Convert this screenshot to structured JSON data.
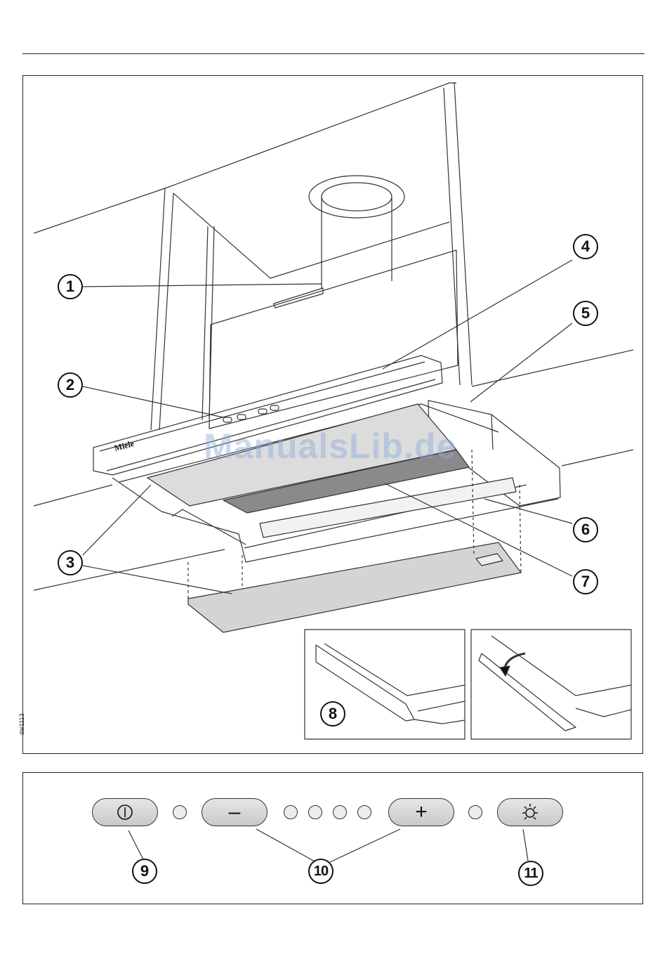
{
  "figure": {
    "code": "dai1113",
    "watermark": "ManualsLib.de",
    "brand": "Miele",
    "callouts": {
      "c1": "1",
      "c2": "2",
      "c3": "3",
      "c4": "4",
      "c5": "5",
      "c6": "6",
      "c7": "7",
      "c8": "8",
      "c9": "9",
      "c10": "10",
      "c11": "11"
    }
  },
  "panel": {
    "minus_symbol": "–",
    "plus_symbol": "+",
    "buttons": [
      "power-icon",
      "minus-symbol",
      "plus-symbol",
      "light-bulb-icon"
    ],
    "indicator_lamps": 6
  }
}
